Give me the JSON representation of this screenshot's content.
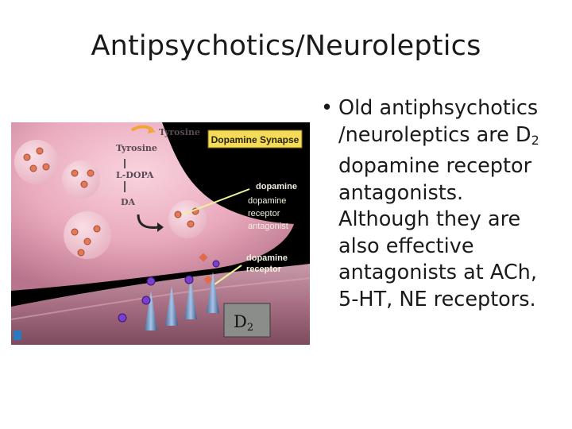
{
  "slide": {
    "title": "Antipsychotics/Neuroleptics"
  },
  "figure": {
    "banner": "Dopamine Synapse",
    "tyrosine_arrow_label": "Tyrosine",
    "pathway": [
      "Tyrosine",
      "L-DOPA",
      "DA"
    ],
    "label_dopamine": "dopamine",
    "label_antagonist": [
      "dopamine",
      "receptor",
      "antagonist"
    ],
    "label_receptor": [
      "dopamine",
      "receptor"
    ],
    "d2_label": "D",
    "d2_sub": "2"
  },
  "bullet": {
    "marker": "•",
    "line1": "Old antiphsychotics",
    "line2a": "/neuroleptics are D",
    "line2_sub": "2",
    "line3": "dopamine receptor",
    "line4": "antagonists.",
    "line5": "Although they are",
    "line6": "also effective",
    "line7": "antagonists at ACh,",
    "line8": "5-HT, NE receptors."
  },
  "colors": {
    "terminal": "#e9a9bc",
    "membrane": "#b27b8e",
    "banner": "#f4dc5a",
    "label_text": "#f2eee0",
    "antagonist_dot": "#e06a4a",
    "dopamine_dot": "#e27a5a",
    "receptor_purple": "#7a3fd0"
  }
}
